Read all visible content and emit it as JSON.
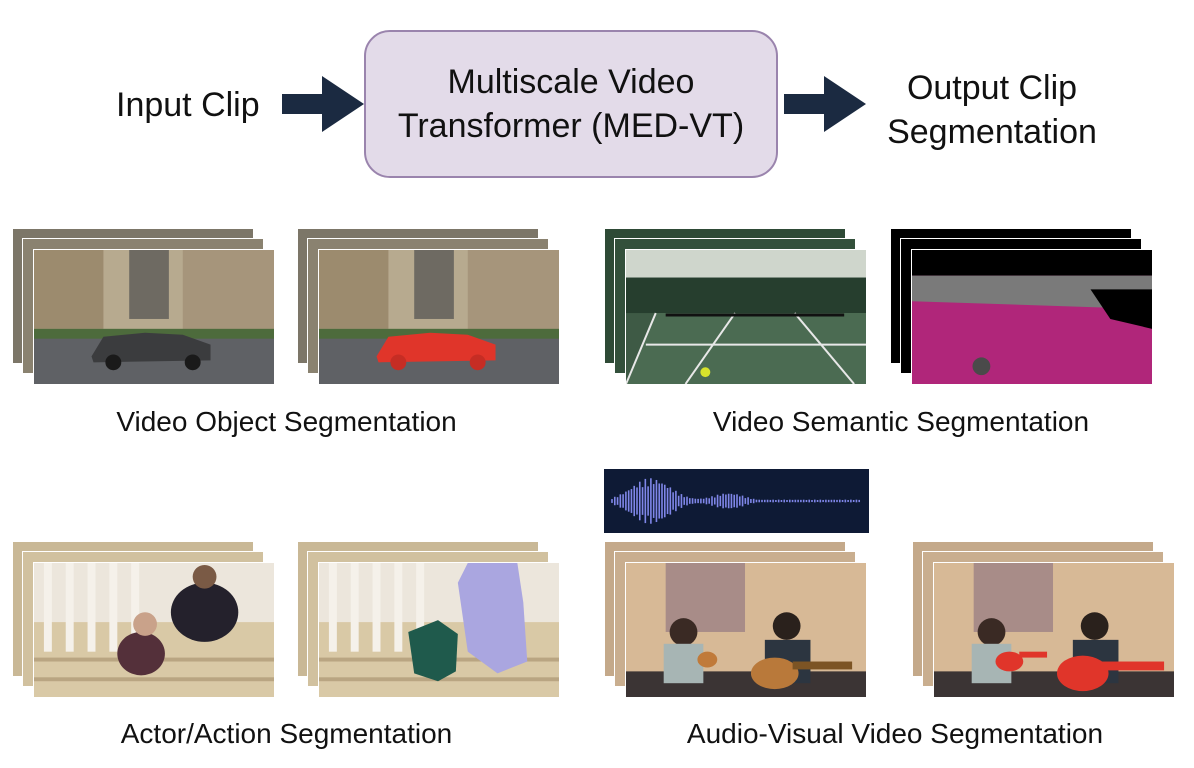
{
  "pipeline": {
    "input_label": "Input Clip",
    "model_line1": "Multiscale Video",
    "model_line2": "Transformer (MED-VT)",
    "output_line1": "Output Clip",
    "output_line2": "Segmentation"
  },
  "panels": {
    "vos_caption": "Video Object Segmentation",
    "vss_caption": "Video Semantic Segmentation",
    "aas_caption": "Actor/Action Segmentation",
    "avvs_caption": "Audio-Visual Video Segmentation"
  },
  "colors": {
    "arrow": "#1b2a41",
    "box_fill": "#e3dbe9",
    "box_border": "#9a84ad",
    "car_mask": "#e0352a",
    "semantic_court": "#b0267a",
    "semantic_wall": "#7a7a7a",
    "actor_mask": "#aaa6e0",
    "action_mask": "#1f5a4c",
    "instrument_mask": "#e0352a",
    "waveform_bg": "#0e1a35",
    "waveform_line": "#7f86e8"
  }
}
